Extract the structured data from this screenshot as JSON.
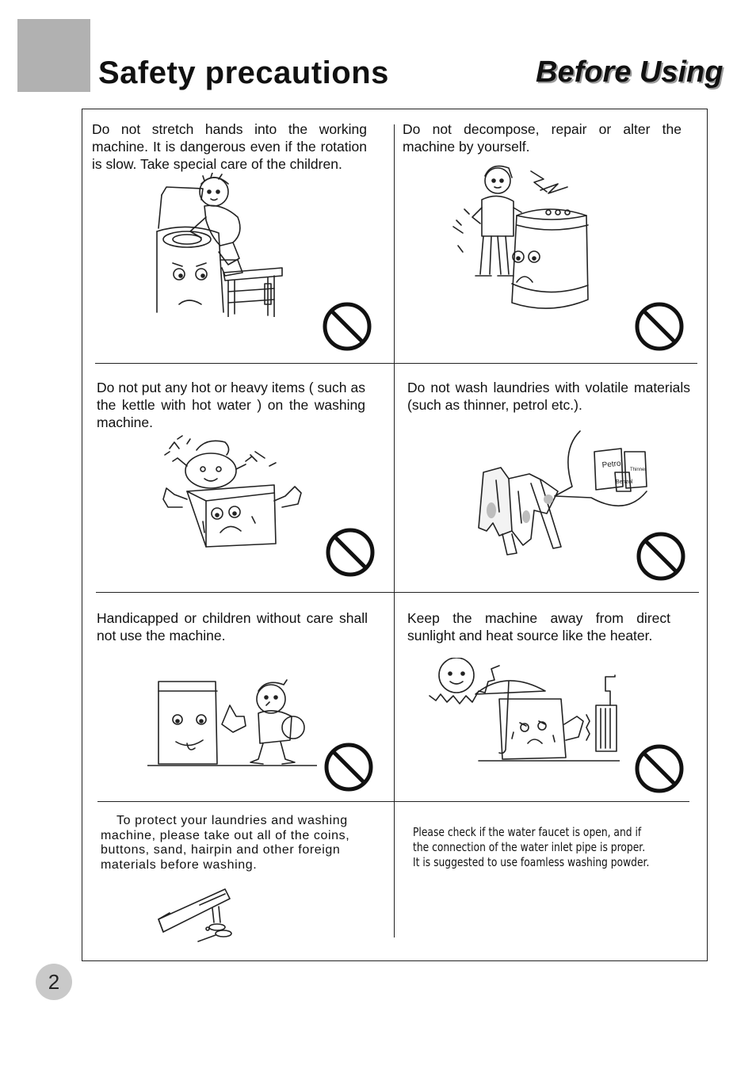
{
  "header": {
    "title": "Safety precautions",
    "section": "Before Using"
  },
  "cells": {
    "hands": "Do not stretch hands into the working machine. It is dangerous even if the rotation is slow. Take special care of the children.",
    "repair": "Do not decompose, repair or alter the machine by yourself.",
    "kettle": "Do not put any hot or heavy items ( such as the kettle with hot water ) on the washing machine.",
    "volatile": "Do not wash laundries with volatile materials (such as thinner, petrol etc.).",
    "children": "Handicapped or children without care shall not use the machine.",
    "sunlight": "Keep the machine away from direct sunlight and heat source like the heater.",
    "coins": "To protect your laundries and washing machine, please take out all of the coins, buttons, sand, hairpin and other foreign materials before washing.",
    "faucet_lines": [
      "Please check if the water faucet is open, and if",
      "the connection of the water inlet pipe is proper.",
      "It is suggested to use foamless washing powder."
    ]
  },
  "illustration_labels": {
    "petrol": "Petrol",
    "thinner": "Thinner",
    "benzol": "Benzol"
  },
  "page_number": "2",
  "icons": [
    "prohibition-icon"
  ]
}
